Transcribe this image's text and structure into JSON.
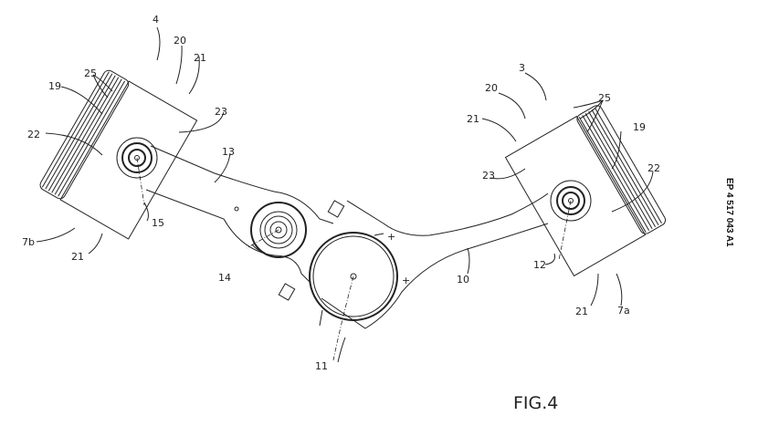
{
  "figure": {
    "title": "FIG.4",
    "publication_number": "EP 4 517 043 A1"
  },
  "labels": {
    "l4": "4",
    "l20a": "20",
    "l21a": "21",
    "l25a": "25",
    "l19a": "19",
    "l23a": "23",
    "l22a": "22",
    "l15": "15",
    "l13": "13",
    "l7b": "7b",
    "l21b": "21",
    "l14": "14",
    "l11": "11",
    "l10": "10",
    "l3": "3",
    "l20b": "20",
    "l25b": "25",
    "l21c": "21",
    "l19b": "19",
    "l23b": "23",
    "l22b": "22",
    "l12": "12",
    "l21d": "21",
    "l7a": "7a"
  }
}
